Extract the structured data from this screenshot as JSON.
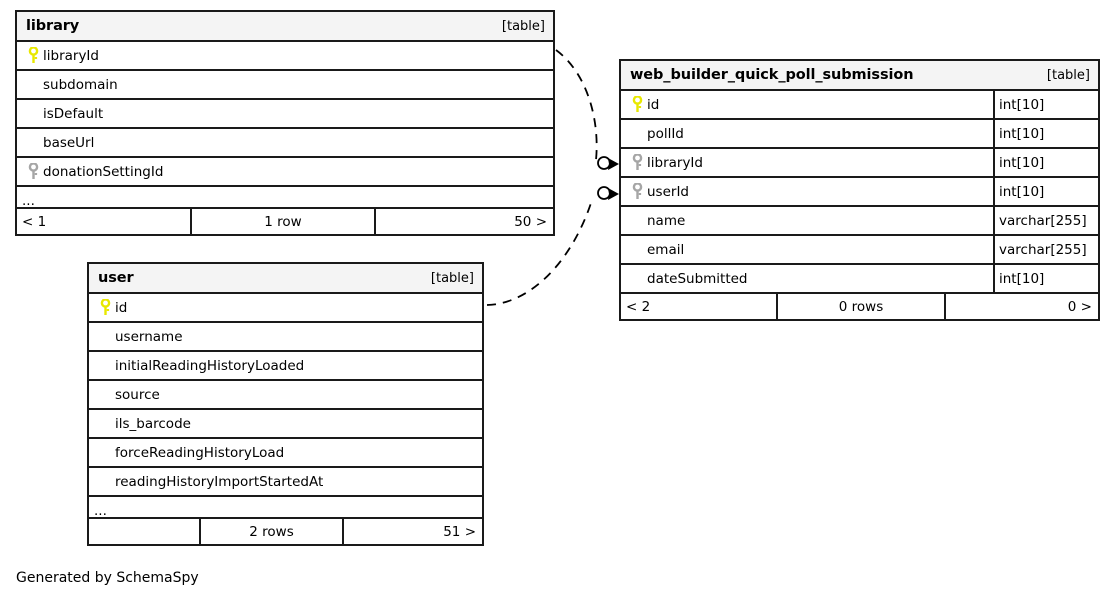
{
  "diagram": {
    "caption": "Generated by SchemaSpy",
    "table_tag": "[table]",
    "ellipsis": "...",
    "colors": {
      "primary_key": "#e8e800",
      "foreign_key": "#a6a6a6",
      "border": "#1a1a1a",
      "header_bg": "#f4f4f4",
      "background": "#ffffff"
    }
  },
  "tables": [
    {
      "id": "library",
      "name": "library",
      "tag": "[table]",
      "columns": [
        {
          "name": "libraryId",
          "key": "primary",
          "type": ""
        },
        {
          "name": "subdomain",
          "key": "none",
          "type": ""
        },
        {
          "name": "isDefault",
          "key": "none",
          "type": ""
        },
        {
          "name": "baseUrl",
          "key": "none",
          "type": ""
        },
        {
          "name": "donationSettingId",
          "key": "foreign",
          "type": ""
        }
      ],
      "truncated": true,
      "footer": {
        "left": "< 1",
        "mid": "1 row",
        "right": "50 >"
      }
    },
    {
      "id": "user",
      "name": "user",
      "tag": "[table]",
      "columns": [
        {
          "name": "id",
          "key": "primary",
          "type": ""
        },
        {
          "name": "username",
          "key": "none",
          "type": ""
        },
        {
          "name": "initialReadingHistoryLoaded",
          "key": "none",
          "type": ""
        },
        {
          "name": "source",
          "key": "none",
          "type": ""
        },
        {
          "name": "ils_barcode",
          "key": "none",
          "type": ""
        },
        {
          "name": "forceReadingHistoryLoad",
          "key": "none",
          "type": ""
        },
        {
          "name": "readingHistoryImportStartedAt",
          "key": "none",
          "type": ""
        }
      ],
      "truncated": true,
      "footer": {
        "left": "",
        "mid": "2 rows",
        "right": "51 >"
      }
    },
    {
      "id": "web_builder_quick_poll_submission",
      "name": "web_builder_quick_poll_submission",
      "tag": "[table]",
      "columns": [
        {
          "name": "id",
          "key": "primary",
          "type": "int[10]"
        },
        {
          "name": "pollId",
          "key": "none",
          "type": "int[10]"
        },
        {
          "name": "libraryId",
          "key": "foreign",
          "type": "int[10]"
        },
        {
          "name": "userId",
          "key": "foreign",
          "type": "int[10]"
        },
        {
          "name": "name",
          "key": "none",
          "type": "varchar[255]"
        },
        {
          "name": "email",
          "key": "none",
          "type": "varchar[255]"
        },
        {
          "name": "dateSubmitted",
          "key": "none",
          "type": "int[10]"
        }
      ],
      "truncated": false,
      "footer": {
        "left": "< 2",
        "mid": "0 rows",
        "right": "0 >"
      }
    }
  ],
  "relationships": [
    {
      "from_table": "library",
      "from_column": "libraryId",
      "to_table": "web_builder_quick_poll_submission",
      "to_column": "libraryId",
      "style": "dashed"
    },
    {
      "from_table": "user",
      "from_column": "id",
      "to_table": "web_builder_quick_poll_submission",
      "to_column": "userId",
      "style": "dashed"
    }
  ]
}
